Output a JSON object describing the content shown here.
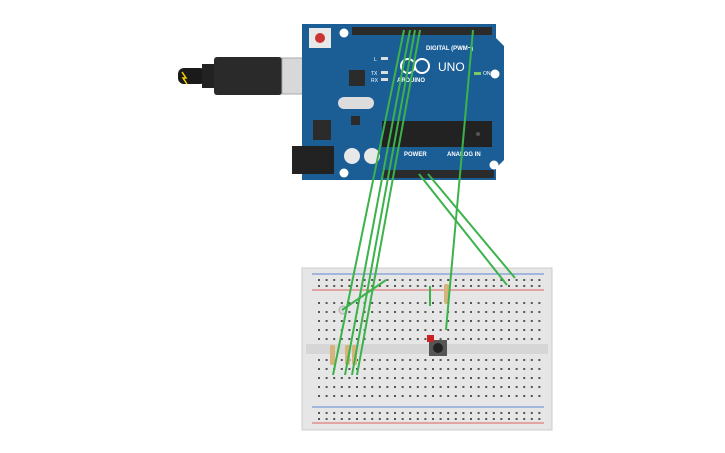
{
  "board": {
    "brand": "ARDUINO",
    "model": "UNO",
    "digital_label": "DIGITAL (PWM~)",
    "analog_label": "ANALOG IN",
    "power_label": "POWER",
    "on_label": "ON",
    "l_label": "L",
    "tx_label": "TX",
    "rx_label": "RX",
    "colors": {
      "board": "#1b5e96",
      "header": "#2b2b2b",
      "wire": "#3bb34a"
    }
  },
  "breadboard": {
    "colors": {
      "body": "#e6e6e6",
      "rail_red": "#d33",
      "rail_blue": "#36c"
    }
  },
  "components": {
    "usb_cable": "usb-cable-icon",
    "led": "led-icon",
    "button": "pushbutton-icon",
    "resistor": "resistor-icon"
  }
}
